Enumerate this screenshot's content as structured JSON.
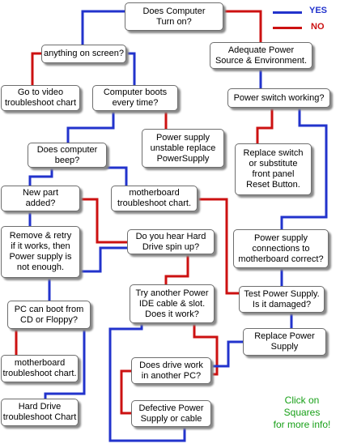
{
  "colors": {
    "yes": "#2233cc",
    "no": "#cc1111"
  },
  "legend": {
    "yes_label": "YES",
    "no_label": "NO"
  },
  "note": "Click on\nSquares\nfor more info!",
  "nodes": {
    "turn_on": "Does Computer\nTurn on?",
    "anything_on_screen": "anything on screen?",
    "adequate_power": "Adequate Power\nSource & Environment.",
    "video_chart": "Go to video\ntroubleshoot chart",
    "boots_every_time": "Computer boots\nevery time?",
    "power_switch": "Power switch working?",
    "beep": "Does computer\nbeep?",
    "psu_unstable": "Power supply\nunstable replace\nPowerSupply",
    "replace_switch": "Replace switch\nor substitute\nfront panel\nReset Button.",
    "new_part": "New part\nadded?",
    "mobo_chart_a": "motherboard\ntroubleshoot chart.",
    "remove_retry": "Remove & retry\nif it works, then\nPower supply is\nnot enough.",
    "hear_drive": "Do you hear Hard\nDrive spin up?",
    "psu_connections": "Power supply\nconnections to\nmotherboard correct?",
    "ide_cable": "Try another Power\nIDE cable & slot.\nDoes it work?",
    "test_psu": "Test Power Supply.\nIs it damaged?",
    "boot_cd": "PC can boot from\nCD or Floppy?",
    "replace_psu": "Replace Power\nSupply",
    "mobo_chart_b": "motherboard\ntroubleshoot chart.",
    "drive_other_pc": "Does drive work\nin another PC?",
    "hd_chart": "Hard Drive\ntroubleshoot Chart",
    "defective_supply": "Defective Power\nSupply or cable"
  }
}
